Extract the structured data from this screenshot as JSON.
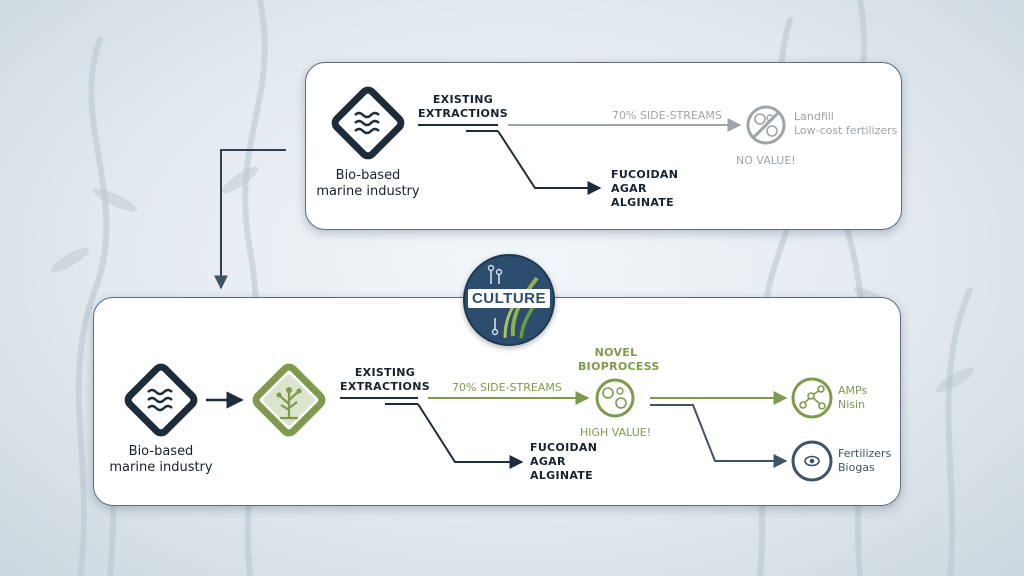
{
  "top_flow": {
    "source_label_line1": "Bio-based",
    "source_label_line2": "marine industry",
    "extractions_line1": "EXISTING",
    "extractions_line2": "EXTRACTIONS",
    "side_streams": "70% SIDE-STREAMS",
    "outputs": [
      "Landfill",
      "Low-cost fertilizers"
    ],
    "no_value": "NO VALUE!",
    "products": [
      "FUCOIDAN",
      "AGAR",
      "ALGINATE"
    ]
  },
  "logo": {
    "text": "CULTURE"
  },
  "bottom_flow": {
    "source_label_line1": "Bio-based",
    "source_label_line2": "marine industry",
    "extractions_line1": "EXISTING",
    "extractions_line2": "EXTRACTIONS",
    "side_streams": "70% SIDE-STREAMS",
    "bioprocess_line1": "NOVEL",
    "bioprocess_line2": "BIOPROCESS",
    "high_value": "HIGH VALUE!",
    "outputs_high": [
      "AMPs",
      "Nisin"
    ],
    "outputs_other": [
      "Fertilizers",
      "Biogas"
    ],
    "products": [
      "FUCOIDAN",
      "AGAR",
      "ALGINATE"
    ]
  },
  "colors": {
    "dark": "#1d2c3a",
    "green": "#7f9a4c",
    "gray": "#9da4aa",
    "logo": "#2d4d6e"
  },
  "icons": [
    "waves-icon",
    "seaweed-icon",
    "no-cells-icon",
    "cells-icon",
    "molecule-icon",
    "biogas-cell-icon",
    "iculture-logo"
  ]
}
